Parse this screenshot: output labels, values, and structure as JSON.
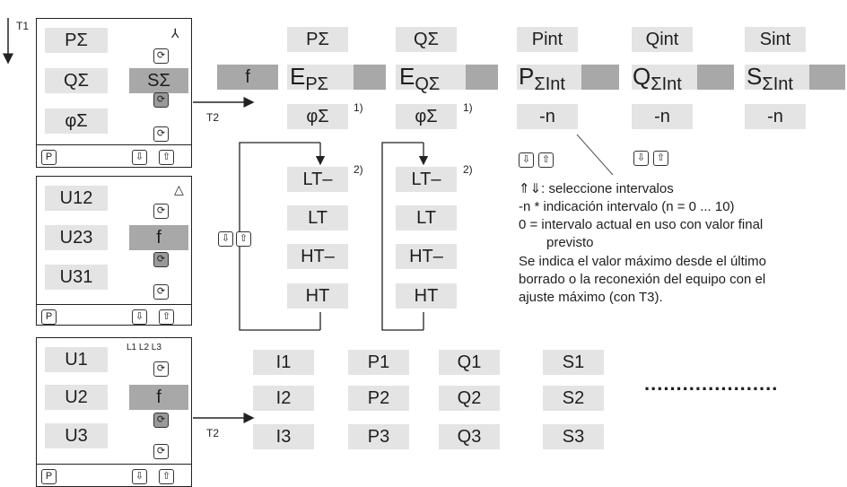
{
  "labels": {
    "t1": "T1",
    "t2_top": "T2",
    "t2_bottom": "T2",
    "dots": "....................."
  },
  "panel1": {
    "p_sigma": "PΣ",
    "q_sigma": "QΣ",
    "phi_sigma": "φΣ",
    "s_sigma": "SΣ",
    "p_button": "P"
  },
  "panel2": {
    "u12": "U12",
    "u23": "U23",
    "u31": "U31",
    "f": "f",
    "p_button": "P"
  },
  "panel3": {
    "u1": "U1",
    "u2": "U2",
    "u3": "U3",
    "f": "f",
    "phases": "L1 L2 L3",
    "p_button": "P"
  },
  "top_row": {
    "p_sigma": "PΣ",
    "q_sigma": "QΣ",
    "pint": "Pint",
    "qint": "Qint",
    "sint": "Sint"
  },
  "energy_row": {
    "f": "f",
    "e_main": "E",
    "e_p_sub": "PΣ",
    "e_q_sub": "QΣ",
    "p_main": "P",
    "q_main": "Q",
    "s_main": "S",
    "int_sub": "ΣInt"
  },
  "phi_row": {
    "phi1": "φΣ",
    "phi2": "φΣ",
    "n1": "-n",
    "n2": "-n",
    "n3": "-n",
    "note1a": "1)",
    "note1b": "1)"
  },
  "tariff_col1": [
    "LT–",
    "LT",
    "HT–",
    "HT"
  ],
  "tariff_col2": [
    "LT–",
    "LT",
    "HT–",
    "HT"
  ],
  "note2a": "2)",
  "note2b": "2)",
  "legend": {
    "line1": "⇑⇓:  seleccione intervalos",
    "line2": "-n *  indicación intervalo (n = 0 ... 10)",
    "line3": "0 =  intervalo actual en uso con valor final",
    "line4": "previsto",
    "line5": "Se indica el valor máximo desde el último",
    "line6": "borrado o la reconexión del equipo con el",
    "line7": "ajuste máximo (con T3)."
  },
  "bottom_grid": {
    "i": [
      "I1",
      "I2",
      "I3"
    ],
    "p": [
      "P1",
      "P2",
      "P3"
    ],
    "q": [
      "Q1",
      "Q2",
      "Q3"
    ],
    "s": [
      "S1",
      "S2",
      "S3"
    ]
  },
  "icons": [
    "display-toggle-icon",
    "down-arrow-icon",
    "up-arrow-icon",
    "star-connection-icon",
    "delta-connection-icon"
  ]
}
